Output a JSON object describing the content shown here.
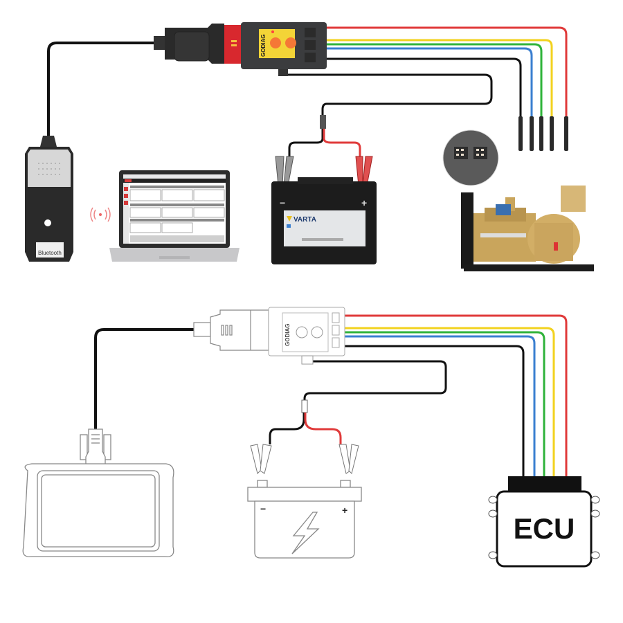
{
  "diagram": {
    "wire_colors": {
      "red": "#e03a3a",
      "yellow": "#f2d21e",
      "green": "#2fb33a",
      "blue": "#3a7fd0",
      "black": "#111111"
    },
    "top_section": {
      "obd_adapter_brand": "GODIAG",
      "vci_label": "Bluetooth",
      "battery_brand": "VARTA",
      "battery_minus": "−",
      "battery_plus": "+",
      "wireless_icon": "wireless-signal-icon"
    },
    "bottom_section": {
      "obd_adapter_brand": "GODIAG",
      "battery_minus": "−",
      "battery_plus": "+",
      "ecu_label": "ECU",
      "battery_icon": "lightning-bolt-icon"
    }
  }
}
